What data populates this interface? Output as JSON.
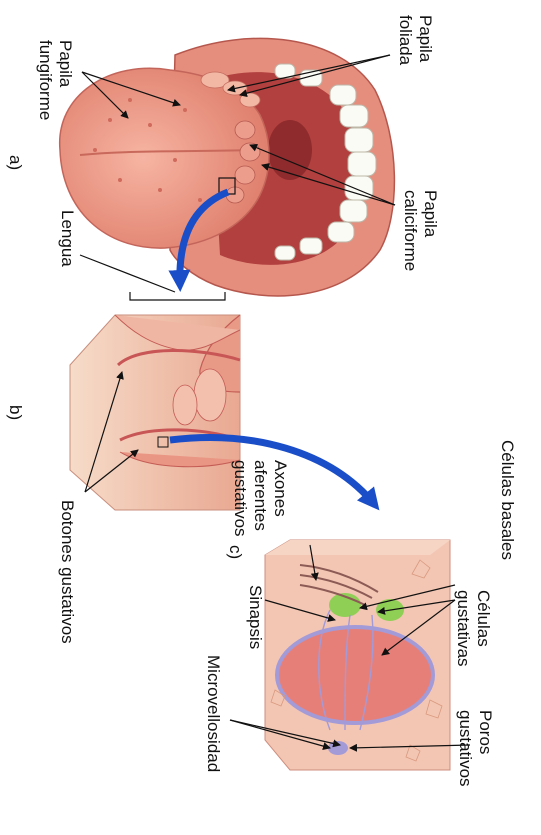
{
  "labels": {
    "papila_fungiforme": [
      "Papila",
      "fungiforme"
    ],
    "papila_foliada": [
      "Papila",
      "foliada"
    ],
    "papila_caliciforme": [
      "Papila",
      "caliciforme"
    ],
    "lengua": "Lengua",
    "botones_gustativos": "Botones gustativos",
    "axones": [
      "Axones",
      "aferentes",
      "gustativos"
    ],
    "celulas_basales": "Células basales",
    "celulas_gustativas": [
      "Células",
      "gustativas"
    ],
    "sinapsis": "Sinapsis",
    "microvellosidad": "Microvellosidad",
    "poros_gustativos": [
      "Poros",
      "gustativos"
    ]
  },
  "parts": {
    "a": "a)",
    "b": "b)",
    "c": "c)"
  },
  "colors": {
    "tongue": "#f0a08e",
    "tongue_dark": "#d26d5f",
    "tissue": "#f3c6b3",
    "tissue_dark": "#c95656",
    "bud_green": "#8fcf55",
    "bud_purple": "#a39ad8",
    "arrow_blue": "#1a4ec8",
    "teeth": "#fbfbf6"
  }
}
